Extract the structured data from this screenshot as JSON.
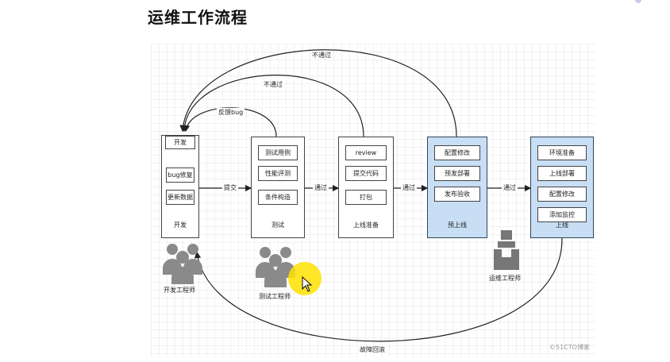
{
  "title": "运维工作流程",
  "stages": [
    {
      "label": "开发",
      "top": "开发",
      "tasks": [
        "bug修复",
        "更新数据"
      ]
    },
    {
      "label": "测试",
      "tasks": [
        "测试用例",
        "性能评测",
        "条件构造"
      ]
    },
    {
      "label": "上线准备",
      "tasks": [
        "review",
        "提交代码",
        "打包"
      ]
    },
    {
      "label": "预上线",
      "tasks": [
        "配置修改",
        "预发部署",
        "发布验收"
      ]
    },
    {
      "label": "上线",
      "tasks": [
        "环境准备",
        "上线部署",
        "配置修改",
        "添加监控"
      ]
    }
  ],
  "edges": {
    "submit": "提交",
    "pass1": "通过",
    "pass2": "通过",
    "pass3": "通过",
    "fail_outer": "不通过",
    "fail_inner": "不通过",
    "feedback": "反馈bug",
    "rollback": "故障回滚"
  },
  "roles": {
    "dev": "开发工程师",
    "test": "测试工程师",
    "ops": "运维工程师"
  },
  "watermark": "©51CTO博客",
  "colors": {
    "blue_stage": "#c7def5",
    "highlight": "#ffe200",
    "people": "#8a8a8a"
  }
}
